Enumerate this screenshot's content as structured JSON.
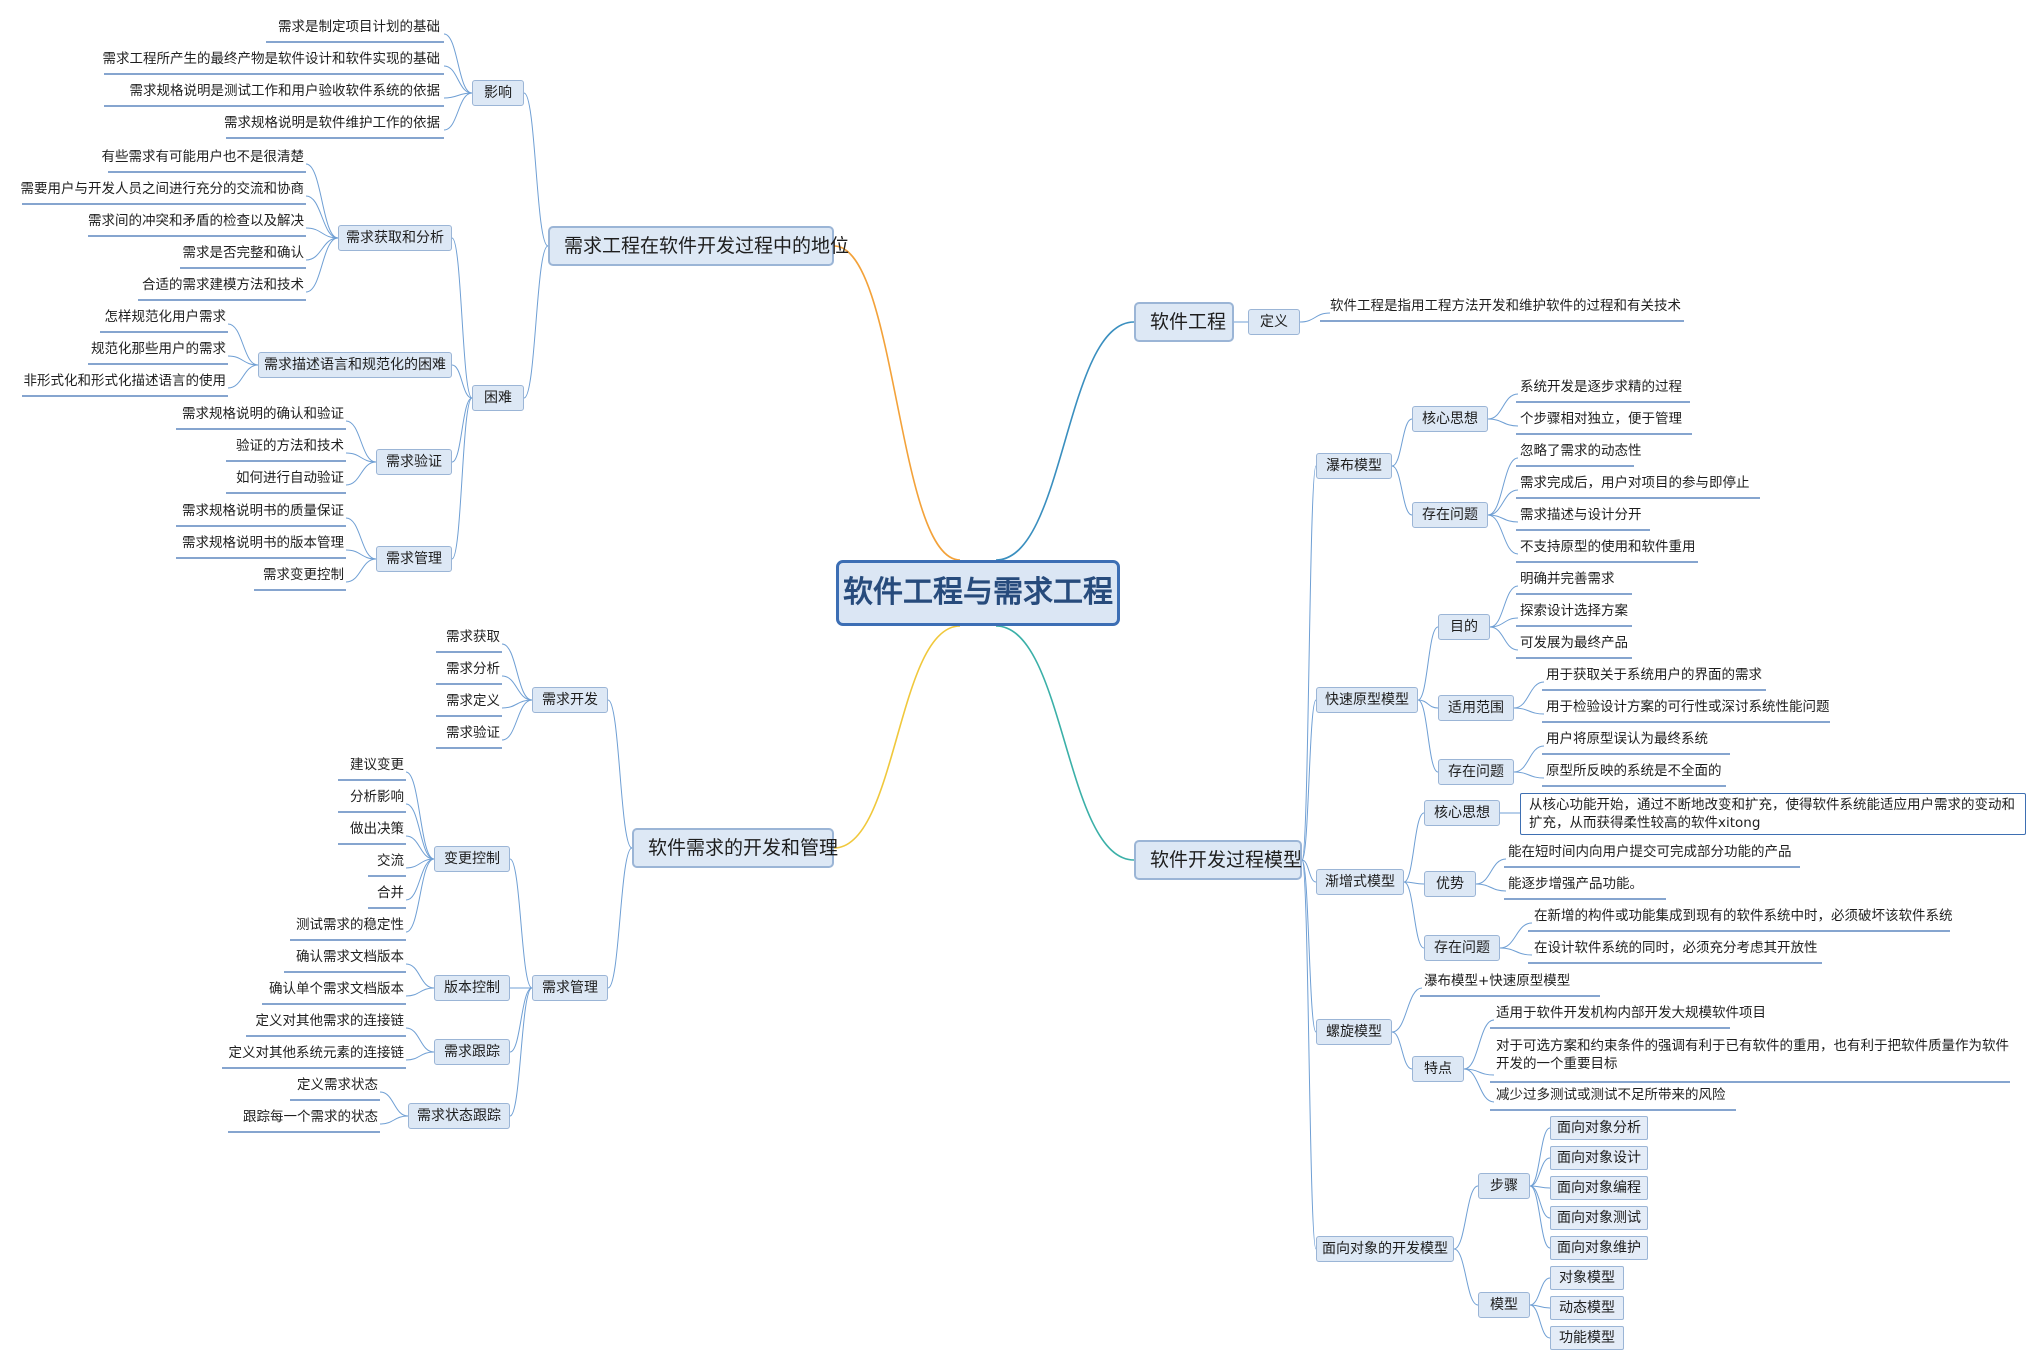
{
  "root": "软件工程与需求工程",
  "status": {
    "title": "需求工程在软件开发过程中的地位",
    "impact": {
      "label": "影响",
      "items": [
        "需求是制定项目计划的基础",
        "需求工程所产生的最终产物是软件设计和软件实现的基础",
        "需求规格说明是测试工作和用户验收软件系统的依据",
        "需求规格说明是软件维护工作的依据"
      ]
    },
    "difficulty": {
      "label": "困难",
      "acquire": {
        "label": "需求获取和分析",
        "items": [
          "有些需求有可能用户也不是很清楚",
          "需要用户与开发人员之间进行充分的交流和协商",
          "需求间的冲突和矛盾的检查以及解决",
          "需求是否完整和确认",
          "合适的需求建模方法和技术"
        ]
      },
      "language": {
        "label": "需求描述语言和规范化的困难",
        "items": [
          "怎样规范化用户需求",
          "规范化那些用户的需求",
          "非形式化和形式化描述语言的使用"
        ]
      },
      "verify": {
        "label": "需求验证",
        "items": [
          "需求规格说明的确认和验证",
          "验证的方法和技术",
          "如何进行自动验证"
        ]
      },
      "manage": {
        "label": "需求管理",
        "items": [
          "需求规格说明书的质量保证",
          "需求规格说明书的版本管理",
          "需求变更控制"
        ]
      }
    }
  },
  "devmgmt": {
    "title": "软件需求的开发和管理",
    "develop": {
      "label": "需求开发",
      "items": [
        "需求获取",
        "需求分析",
        "需求定义",
        "需求验证"
      ]
    },
    "manage": {
      "label": "需求管理",
      "change": {
        "label": "变更控制",
        "items": [
          "建议变更",
          "分析影响",
          "做出决策",
          "交流",
          "合并",
          "测试需求的稳定性"
        ]
      },
      "version": {
        "label": "版本控制",
        "items": [
          "确认需求文档版本",
          "确认单个需求文档版本"
        ]
      },
      "trace": {
        "label": "需求跟踪",
        "items": [
          "定义对其他需求的连接链",
          "定义对其他系统元素的连接链"
        ]
      },
      "state": {
        "label": "需求状态跟踪",
        "items": [
          "定义需求状态",
          "跟踪每一个需求的状态"
        ]
      }
    }
  },
  "se": {
    "title": "软件工程",
    "def_label": "定义",
    "def_text": "软件工程是指用工程方法开发和维护软件的过程和有关技术"
  },
  "models": {
    "title": "软件开发过程模型",
    "waterfall": {
      "label": "瀑布模型",
      "core": {
        "label": "核心思想",
        "items": [
          "系统开发是逐步求精的过程",
          "个步骤相对独立，便于管理"
        ]
      },
      "issues": {
        "label": "存在问题",
        "items": [
          "忽略了需求的动态性",
          "需求完成后，用户对项目的参与即停止",
          "需求描述与设计分开",
          "不支持原型的使用和软件重用"
        ]
      }
    },
    "prototype": {
      "label": "快速原型模型",
      "goal": {
        "label": "目的",
        "items": [
          "明确并完善需求",
          "探索设计选择方案",
          "可发展为最终产品"
        ]
      },
      "scope": {
        "label": "适用范围",
        "items": [
          "用于获取关于系统用户的界面的需求",
          "用于检验设计方案的可行性或深讨系统性能问题"
        ]
      },
      "issues": {
        "label": "存在问题",
        "items": [
          "用户将原型误认为最终系统",
          "原型所反映的系统是不全面的"
        ]
      }
    },
    "incremental": {
      "label": "渐增式模型",
      "core": {
        "label": "核心思想",
        "text": "从核心功能开始，通过不断地改变和扩充，使得软件系统能适应用户需求的变动和扩充，从而获得柔性较高的软件xitong"
      },
      "adv": {
        "label": "优势",
        "items": [
          "能在短时间内向用户提交可完成部分功能的产品",
          "能逐步增强产品功能。"
        ]
      },
      "issues": {
        "label": "存在问题",
        "items": [
          "在新增的构件或功能集成到现有的软件系统中时，必须破坏该软件系统",
          "在设计软件系统的同时，必须充分考虑其开放性"
        ]
      }
    },
    "spiral": {
      "label": "螺旋模型",
      "combo": "瀑布模型+快速原型模型",
      "feature": {
        "label": "特点",
        "items": [
          "适用于软件开发机构内部开发大规模软件项目",
          "对于可选方案和约束条件的强调有利于已有软件的重用，也有利于把软件质量作为软件开发的一个重要目标",
          "减少过多测试或测试不足所带来的风险"
        ]
      }
    },
    "oo": {
      "label": "面向对象的开发模型",
      "steps": {
        "label": "步骤",
        "items": [
          "面向对象分析",
          "面向对象设计",
          "面向对象编程",
          "面向对象测试",
          "面向对象维护"
        ]
      },
      "model": {
        "label": "模型",
        "items": [
          "对象模型",
          "动态模型",
          "功能模型"
        ]
      }
    }
  },
  "colors": {
    "branch_status": "#f3a23a",
    "branch_devmgmt": "#f0c83c",
    "branch_se": "#3a8fbf",
    "branch_models": "#3bb0a8",
    "connector": "#6f9fd4",
    "underline": "#3e6fb2"
  }
}
